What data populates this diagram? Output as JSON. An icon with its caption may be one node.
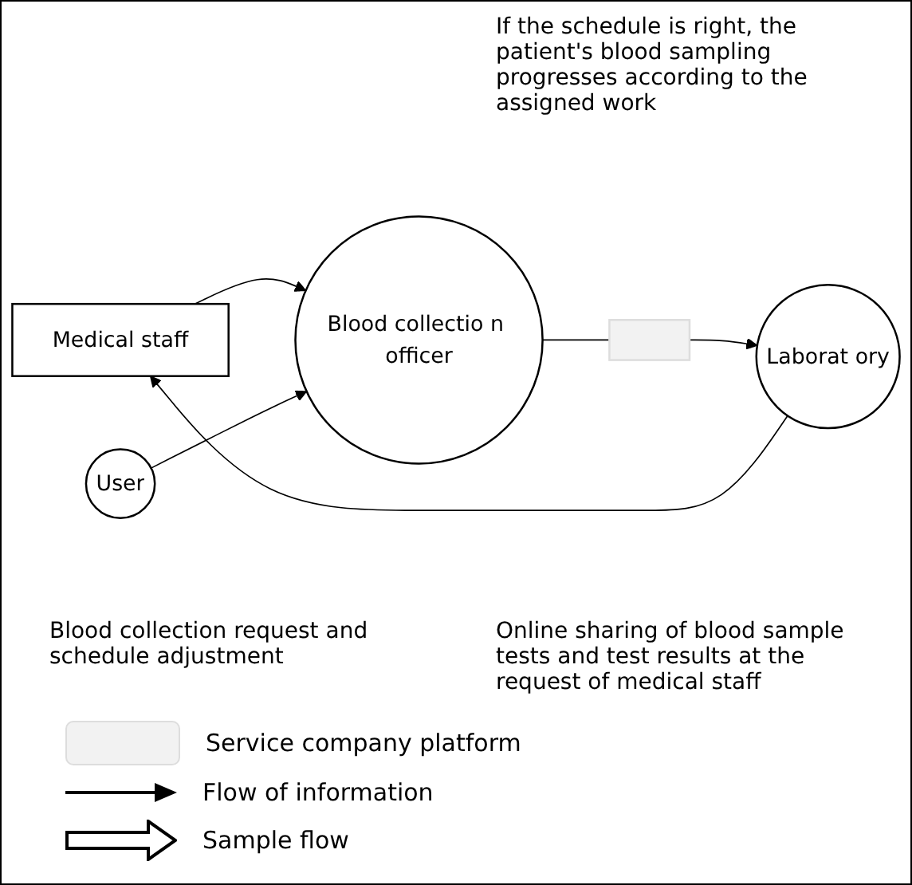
{
  "diagram": {
    "nodes": [
      {
        "text": [
          "Medical staff"
        ]
      },
      {
        "text": [
          "Blood collectio n officer"
        ]
      },
      {
        "text": [
          "User"
        ]
      },
      {
        "text": [],
        "shape": "box"
      },
      {
        "text": [
          "Laborat ory"
        ]
      }
    ],
    "edges": [
      {
        "from": 0,
        "to": 1,
        "arrow": "to"
      },
      {
        "from": 2,
        "to": 1,
        "arrow": "to"
      },
      {
        "from": 1,
        "to": 3,
        "arrow": "none"
      },
      {
        "from": 3,
        "to": 4,
        "arrow": "to"
      },
      {
        "from": 4,
        "to": 0,
        "arrow": "to"
      }
    ],
    "labels": [
      "If the schedule is right, the patient's blood sampling progresses according to the assigned work",
      "Blood collection request and schedule adjustment",
      "Online sharing of blood sample tests and test results at the request of medical staff"
    ],
    "legend": [
      {
        "text": "Service company platform",
        "color": "#f2f2f2"
      },
      {
        "text": "Flow of information"
      },
      {
        "text": "Sample flow"
      }
    ]
  }
}
